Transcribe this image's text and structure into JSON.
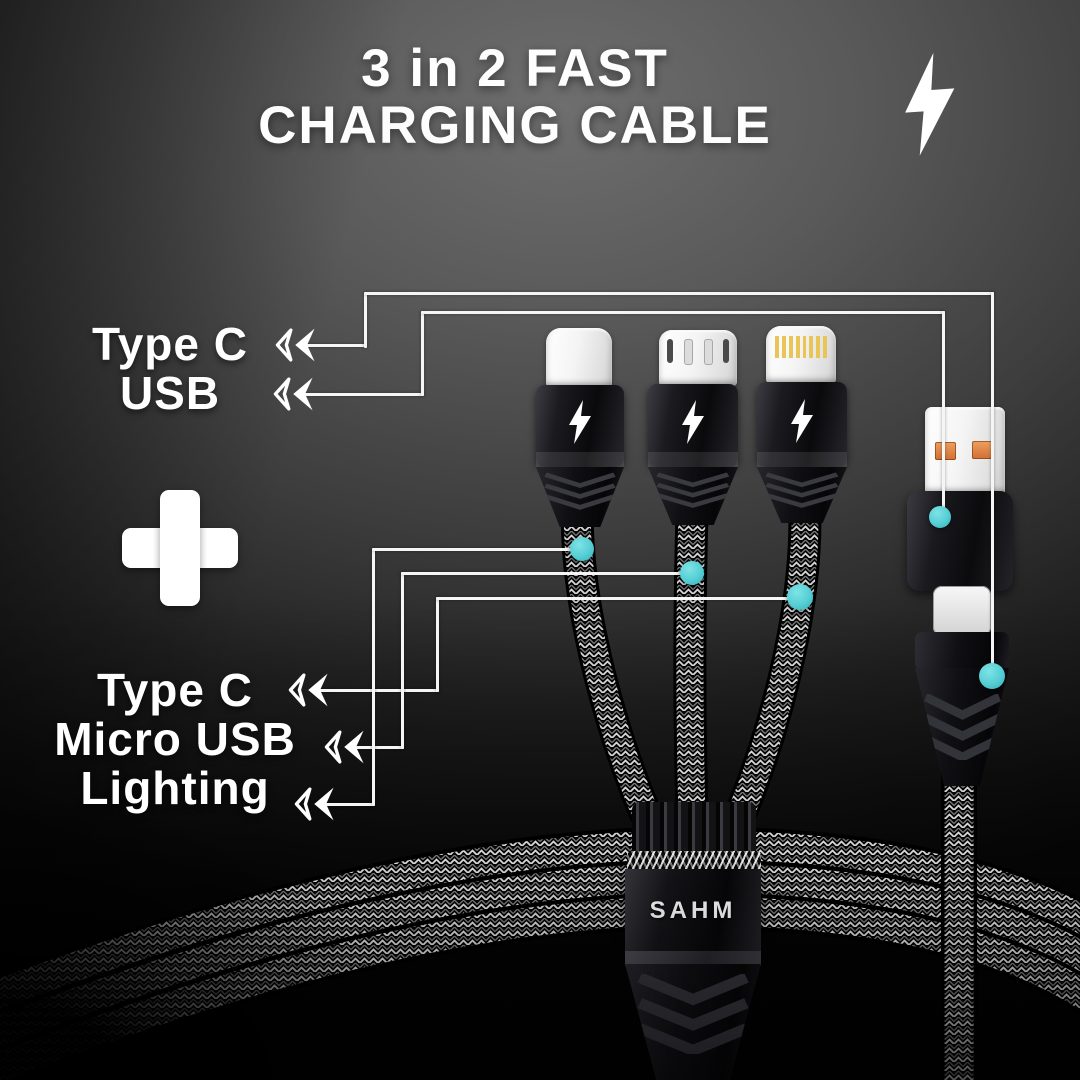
{
  "title": {
    "line1": "3 in 2 FAST",
    "line2": "CHARGING CABLE"
  },
  "callouts": {
    "top": {
      "labels": [
        "Type C",
        "USB"
      ]
    },
    "bottom": {
      "labels": [
        "Type C",
        "Micro USB",
        "Lighting"
      ]
    }
  },
  "brand": {
    "name": "SAHM"
  },
  "icons": {
    "header": "lightning-bolt-icon",
    "connector_badges": "lightning-bolt-icon",
    "separator": "plus-icon",
    "callout_arrow": "double-chevron-left-icon",
    "connection_marker": "teal-dot"
  },
  "colors": {
    "marker_teal": "#54ced4",
    "usb_pin_orange": "#dd8049",
    "lightning_pin_gold": "#e8c556",
    "label_white": "#ffffff"
  }
}
